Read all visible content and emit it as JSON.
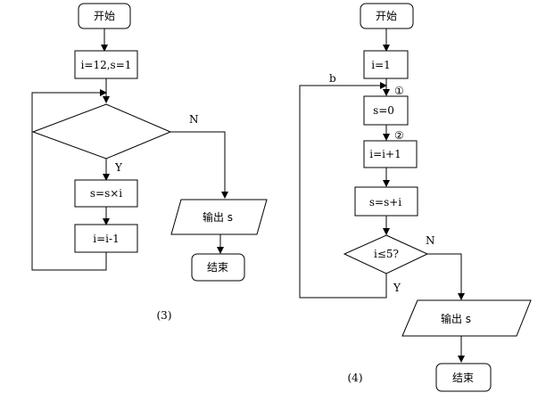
{
  "flowchart_3": {
    "caption": "(3)",
    "start": "开始",
    "init": "i=12,s=1",
    "condition": "",
    "yes": "Y",
    "no": "N",
    "multiply": "s=s×i",
    "decrement": "i=i-1",
    "output": "输出 s",
    "end": "结束"
  },
  "flowchart_4": {
    "caption": "(4)",
    "start": "开始",
    "init": "i=1",
    "loop_label": "b",
    "marker_1": "①",
    "marker_2": "②",
    "reset": "s=0",
    "increment": "i=i+1",
    "accumulate": "s=s+i",
    "condition": "i≤5?",
    "yes": "Y",
    "no": "N",
    "output": "输出 s",
    "end": "结束"
  }
}
